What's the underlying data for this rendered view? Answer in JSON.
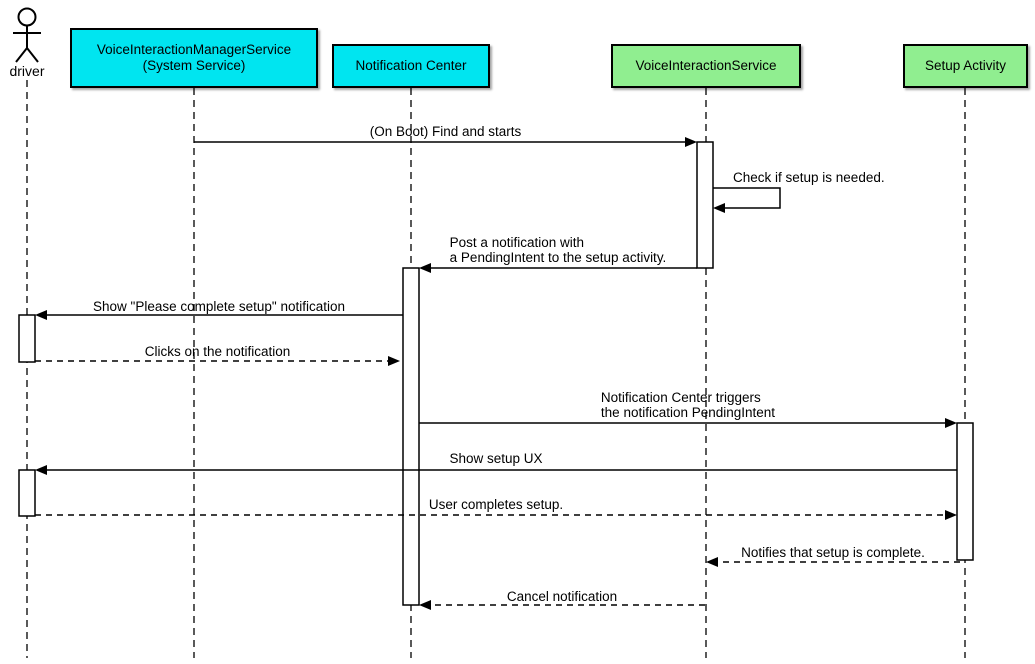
{
  "diagram_type": "uml-sequence-diagram",
  "actor": {
    "label": "driver"
  },
  "participants": [
    {
      "id": "vims",
      "label": "VoiceInteractionManagerService\n(System Service)",
      "fill": "#00E5F0"
    },
    {
      "id": "notification-center",
      "label": "Notification Center",
      "fill": "#00E5F0"
    },
    {
      "id": "voice-interaction-service",
      "label": "VoiceInteractionService",
      "fill": "#90EE90"
    },
    {
      "id": "setup-activity",
      "label": "Setup Activity",
      "fill": "#90EE90"
    }
  ],
  "messages": [
    {
      "text": "(On Boot) Find and starts",
      "from": "VoiceInteractionManagerService (System Service)",
      "to": "VoiceInteractionService",
      "line": "solid"
    },
    {
      "text": "Check if setup is needed.",
      "from": "VoiceInteractionService",
      "to": "VoiceInteractionService",
      "line": "solid",
      "self_message": true
    },
    {
      "text": "Post a notification with\na PendingIntent to the setup activity.",
      "from": "VoiceInteractionService",
      "to": "Notification Center",
      "line": "solid"
    },
    {
      "text": "Show \"Please complete setup\" notification",
      "from": "Notification Center",
      "to": "driver",
      "line": "solid"
    },
    {
      "text": "Clicks on the notification",
      "from": "driver",
      "to": "Notification Center",
      "line": "dashed"
    },
    {
      "text": "Notification Center triggers\nthe notification PendingIntent",
      "from": "Notification Center",
      "to": "Setup Activity",
      "line": "solid"
    },
    {
      "text": "Show setup UX",
      "from": "Setup Activity",
      "to": "driver",
      "line": "solid"
    },
    {
      "text": "User completes setup.",
      "from": "driver",
      "to": "Setup Activity",
      "line": "dashed"
    },
    {
      "text": "Notifies that setup is complete.",
      "from": "Setup Activity",
      "to": "VoiceInteractionService",
      "line": "dashed"
    },
    {
      "text": "Cancel notification",
      "from": "VoiceInteractionService",
      "to": "Notification Center",
      "line": "dashed"
    }
  ],
  "colors": {
    "participant_cyan": "#00E5F0",
    "participant_green": "#90EE90",
    "line": "#000000",
    "background": "#FFFFFF"
  }
}
